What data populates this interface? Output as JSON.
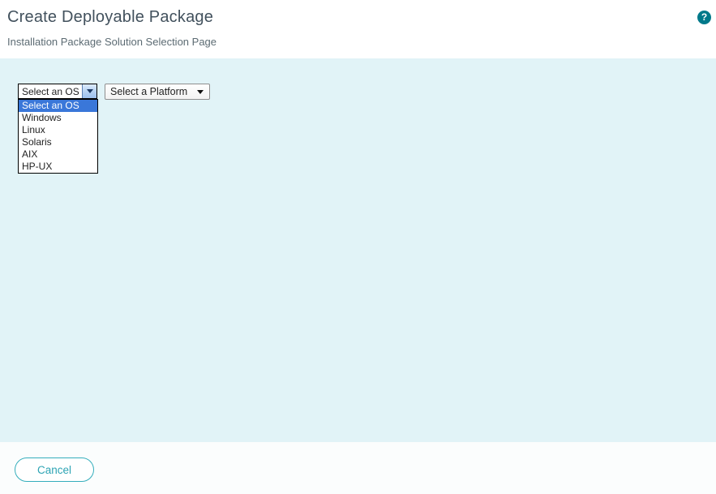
{
  "header": {
    "title": "Create Deployable Package",
    "subtitle": "Installation Package Solution Selection Page",
    "help_glyph": "?"
  },
  "form": {
    "os_select": {
      "value": "Select an OS",
      "selected_index": 0,
      "options": [
        "Select an OS",
        "Windows",
        "Linux",
        "Solaris",
        "AIX",
        "HP-UX"
      ]
    },
    "platform_select": {
      "value": "Select a Platform"
    }
  },
  "footer": {
    "cancel_label": "Cancel"
  },
  "colors": {
    "help_teal": "#00798a",
    "accent_teal": "#35aebc",
    "content_bg": "#e1f3f7",
    "selection_blue": "#3a77d9"
  }
}
